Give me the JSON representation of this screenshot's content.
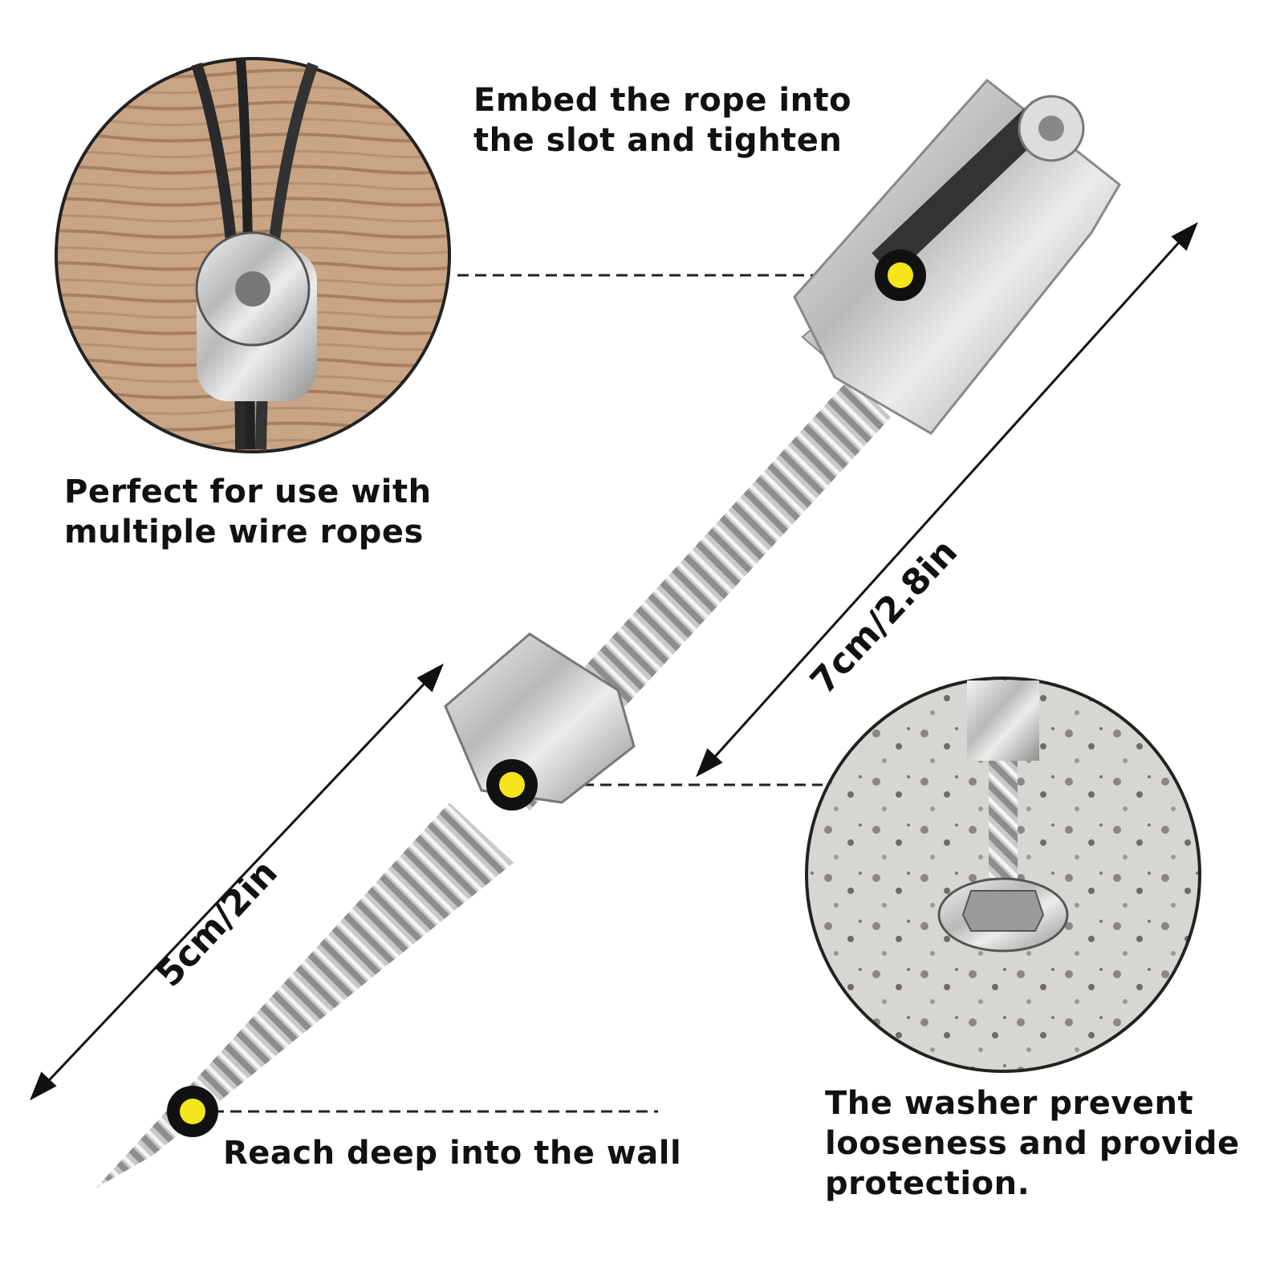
{
  "callouts": {
    "top": {
      "line1": "Embed the rope into",
      "line2": "the slot and tighten"
    },
    "left": {
      "line1": "Perfect for use with",
      "line2": "multiple wire ropes"
    },
    "bottom": {
      "text": "Reach deep into the wall"
    },
    "right": {
      "line1": "The washer prevent",
      "line2": "looseness and provide",
      "line3": "protection."
    }
  },
  "dimensions": {
    "machine_thread": "7cm/2.8in",
    "wood_thread": "5cm/2in"
  },
  "colors": {
    "marker": "#f5e51b",
    "marker_ring": "#111111"
  }
}
